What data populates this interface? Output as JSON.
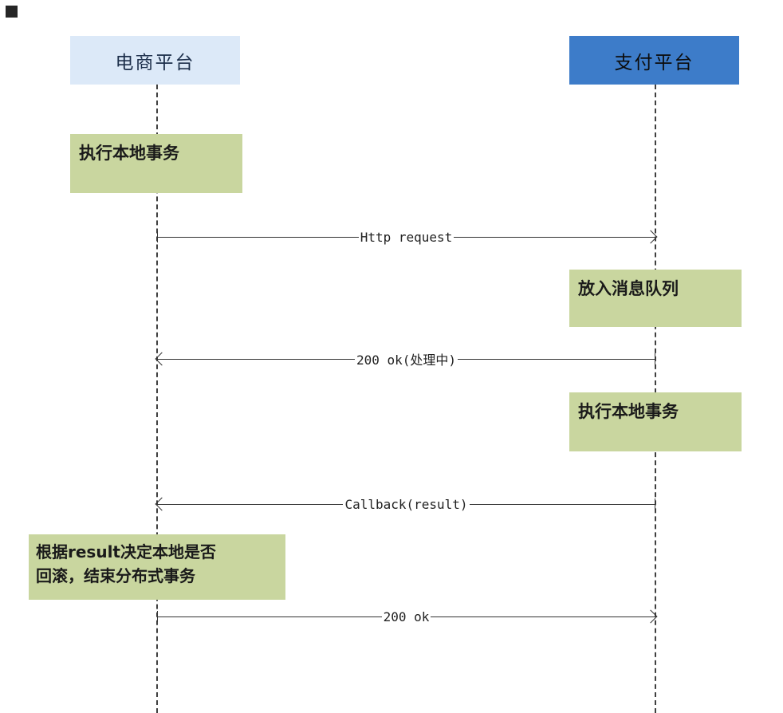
{
  "diagram": {
    "actors": [
      {
        "id": "ecommerce",
        "label": "电商平台",
        "fill": "#dce9f8",
        "text_color": "#1c2e4a"
      },
      {
        "id": "payment",
        "label": "支付平台",
        "fill": "#3d7cc9",
        "text_color": "#0c0c0c"
      }
    ],
    "activities": [
      {
        "label": "执行本地事务",
        "lifeline": "ecommerce"
      },
      {
        "label": "放入消息队列",
        "lifeline": "payment"
      },
      {
        "label": "执行本地事务",
        "lifeline": "payment"
      },
      {
        "label": "根据result决定本地是否\n回滚，结束分布式事务",
        "lifeline": "ecommerce"
      }
    ],
    "messages": [
      {
        "label": "Http request",
        "from": "ecommerce",
        "to": "payment"
      },
      {
        "label": "200 ok(处理中)",
        "from": "payment",
        "to": "ecommerce"
      },
      {
        "label": "Callback(result)",
        "from": "payment",
        "to": "ecommerce"
      },
      {
        "label": "200 ok",
        "from": "ecommerce",
        "to": "payment"
      }
    ],
    "colors": {
      "activity_fill": "#c9d69f",
      "line": "#333333",
      "actor_left_fill": "#dce9f8",
      "actor_right_fill": "#3d7cc9"
    }
  }
}
